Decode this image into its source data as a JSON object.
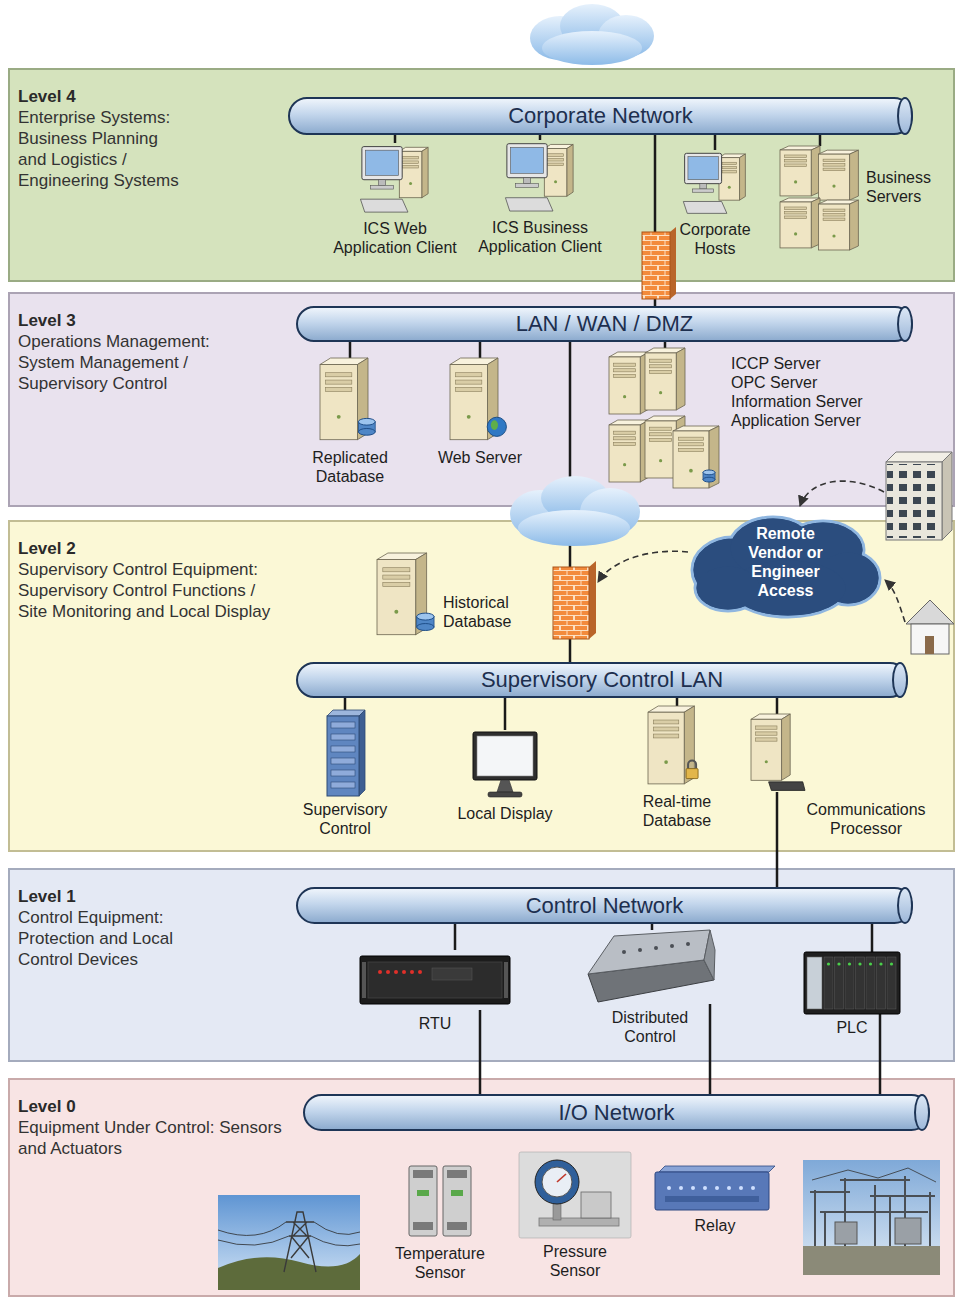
{
  "diagram": {
    "nodes": [
      {
        "text": [
          "Level 4",
          "Enterprise Systems: Business Planning and Logistics / Engineering Systems"
        ]
      },
      {
        "text": [
          "Corporate Network"
        ],
        "in": 0
      },
      {
        "text": [
          "ICS Web Application Client"
        ],
        "in": 0
      },
      {
        "text": [
          "ICS Business Application Client"
        ],
        "in": 0
      },
      {
        "text": [
          "Corporate Hosts"
        ],
        "in": 0
      },
      {
        "text": [
          "Business Servers"
        ],
        "in": 0
      },
      {
        "text": [
          "Level 3",
          "Operations Management: System Management / Supervisory Control"
        ]
      },
      {
        "text": [
          "LAN / WAN / DMZ"
        ],
        "in": 6
      },
      {
        "text": [
          "Replicated Database"
        ],
        "in": 6
      },
      {
        "text": [
          "Web Server"
        ],
        "in": 6
      },
      {
        "text": [
          "ICCP Server",
          "OPC Server",
          "Information Server",
          "Application Server"
        ],
        "in": 6
      },
      {
        "text": [
          "Remote Vendor or Engineer Access"
        ]
      },
      {
        "text": [
          "Level 2",
          "Supervisory Control Equipment: Supervisory Control Functions / Site Monitoring and Local Display"
        ]
      },
      {
        "text": [
          "Historical Database"
        ],
        "in": 12
      },
      {
        "text": [
          "Supervisory Control LAN"
        ],
        "in": 12
      },
      {
        "text": [
          "Supervisory Control"
        ],
        "in": 12
      },
      {
        "text": [
          "Local Display"
        ],
        "in": 12
      },
      {
        "text": [
          "Real-time Database"
        ],
        "in": 12
      },
      {
        "text": [
          "Communications Processor"
        ],
        "in": 12
      },
      {
        "text": [
          "Level 1",
          "Control Equipment: Protection and Local Control Devices"
        ]
      },
      {
        "text": [
          "Control Network"
        ],
        "in": 19
      },
      {
        "text": [
          "RTU"
        ],
        "in": 19
      },
      {
        "text": [
          "Distributed Control"
        ],
        "in": 19
      },
      {
        "text": [
          "PLC"
        ],
        "in": 19
      },
      {
        "text": [
          "Level 0",
          "Equipment Under Control: Sensors and Actuators"
        ]
      },
      {
        "text": [
          "I/O Network"
        ],
        "in": 24
      },
      {
        "text": [
          "Temperature Sensor"
        ],
        "in": 24
      },
      {
        "text": [
          "Pressure Sensor"
        ],
        "in": 24
      },
      {
        "text": [
          "Relay"
        ],
        "in": 24
      }
    ],
    "edges": [
      {
        "from": 1,
        "to": 2,
        "arrow": "none"
      },
      {
        "from": 1,
        "to": 3,
        "arrow": "none"
      },
      {
        "from": 1,
        "to": 4,
        "arrow": "none"
      },
      {
        "from": 1,
        "to": 5,
        "arrow": "none"
      },
      {
        "from": 1,
        "to": 7,
        "arrow": "none"
      },
      {
        "from": 7,
        "to": 8,
        "arrow": "none"
      },
      {
        "from": 7,
        "to": 9,
        "arrow": "none"
      },
      {
        "from": 7,
        "to": 10,
        "arrow": "none"
      },
      {
        "from": 7,
        "to": 14,
        "arrow": "none"
      },
      {
        "from": 14,
        "to": 15,
        "arrow": "none"
      },
      {
        "from": 14,
        "to": 16,
        "arrow": "none"
      },
      {
        "from": 14,
        "to": 17,
        "arrow": "none"
      },
      {
        "from": 14,
        "to": 18,
        "arrow": "none"
      },
      {
        "from": 18,
        "to": 20,
        "arrow": "none"
      },
      {
        "from": 20,
        "to": 21,
        "arrow": "none"
      },
      {
        "from": 20,
        "to": 22,
        "arrow": "none"
      },
      {
        "from": 20,
        "to": 23,
        "arrow": "none"
      },
      {
        "from": 21,
        "to": 25,
        "arrow": "none"
      },
      {
        "from": 22,
        "to": 25,
        "arrow": "none"
      },
      {
        "from": 23,
        "to": 25,
        "arrow": "none"
      }
    ]
  }
}
